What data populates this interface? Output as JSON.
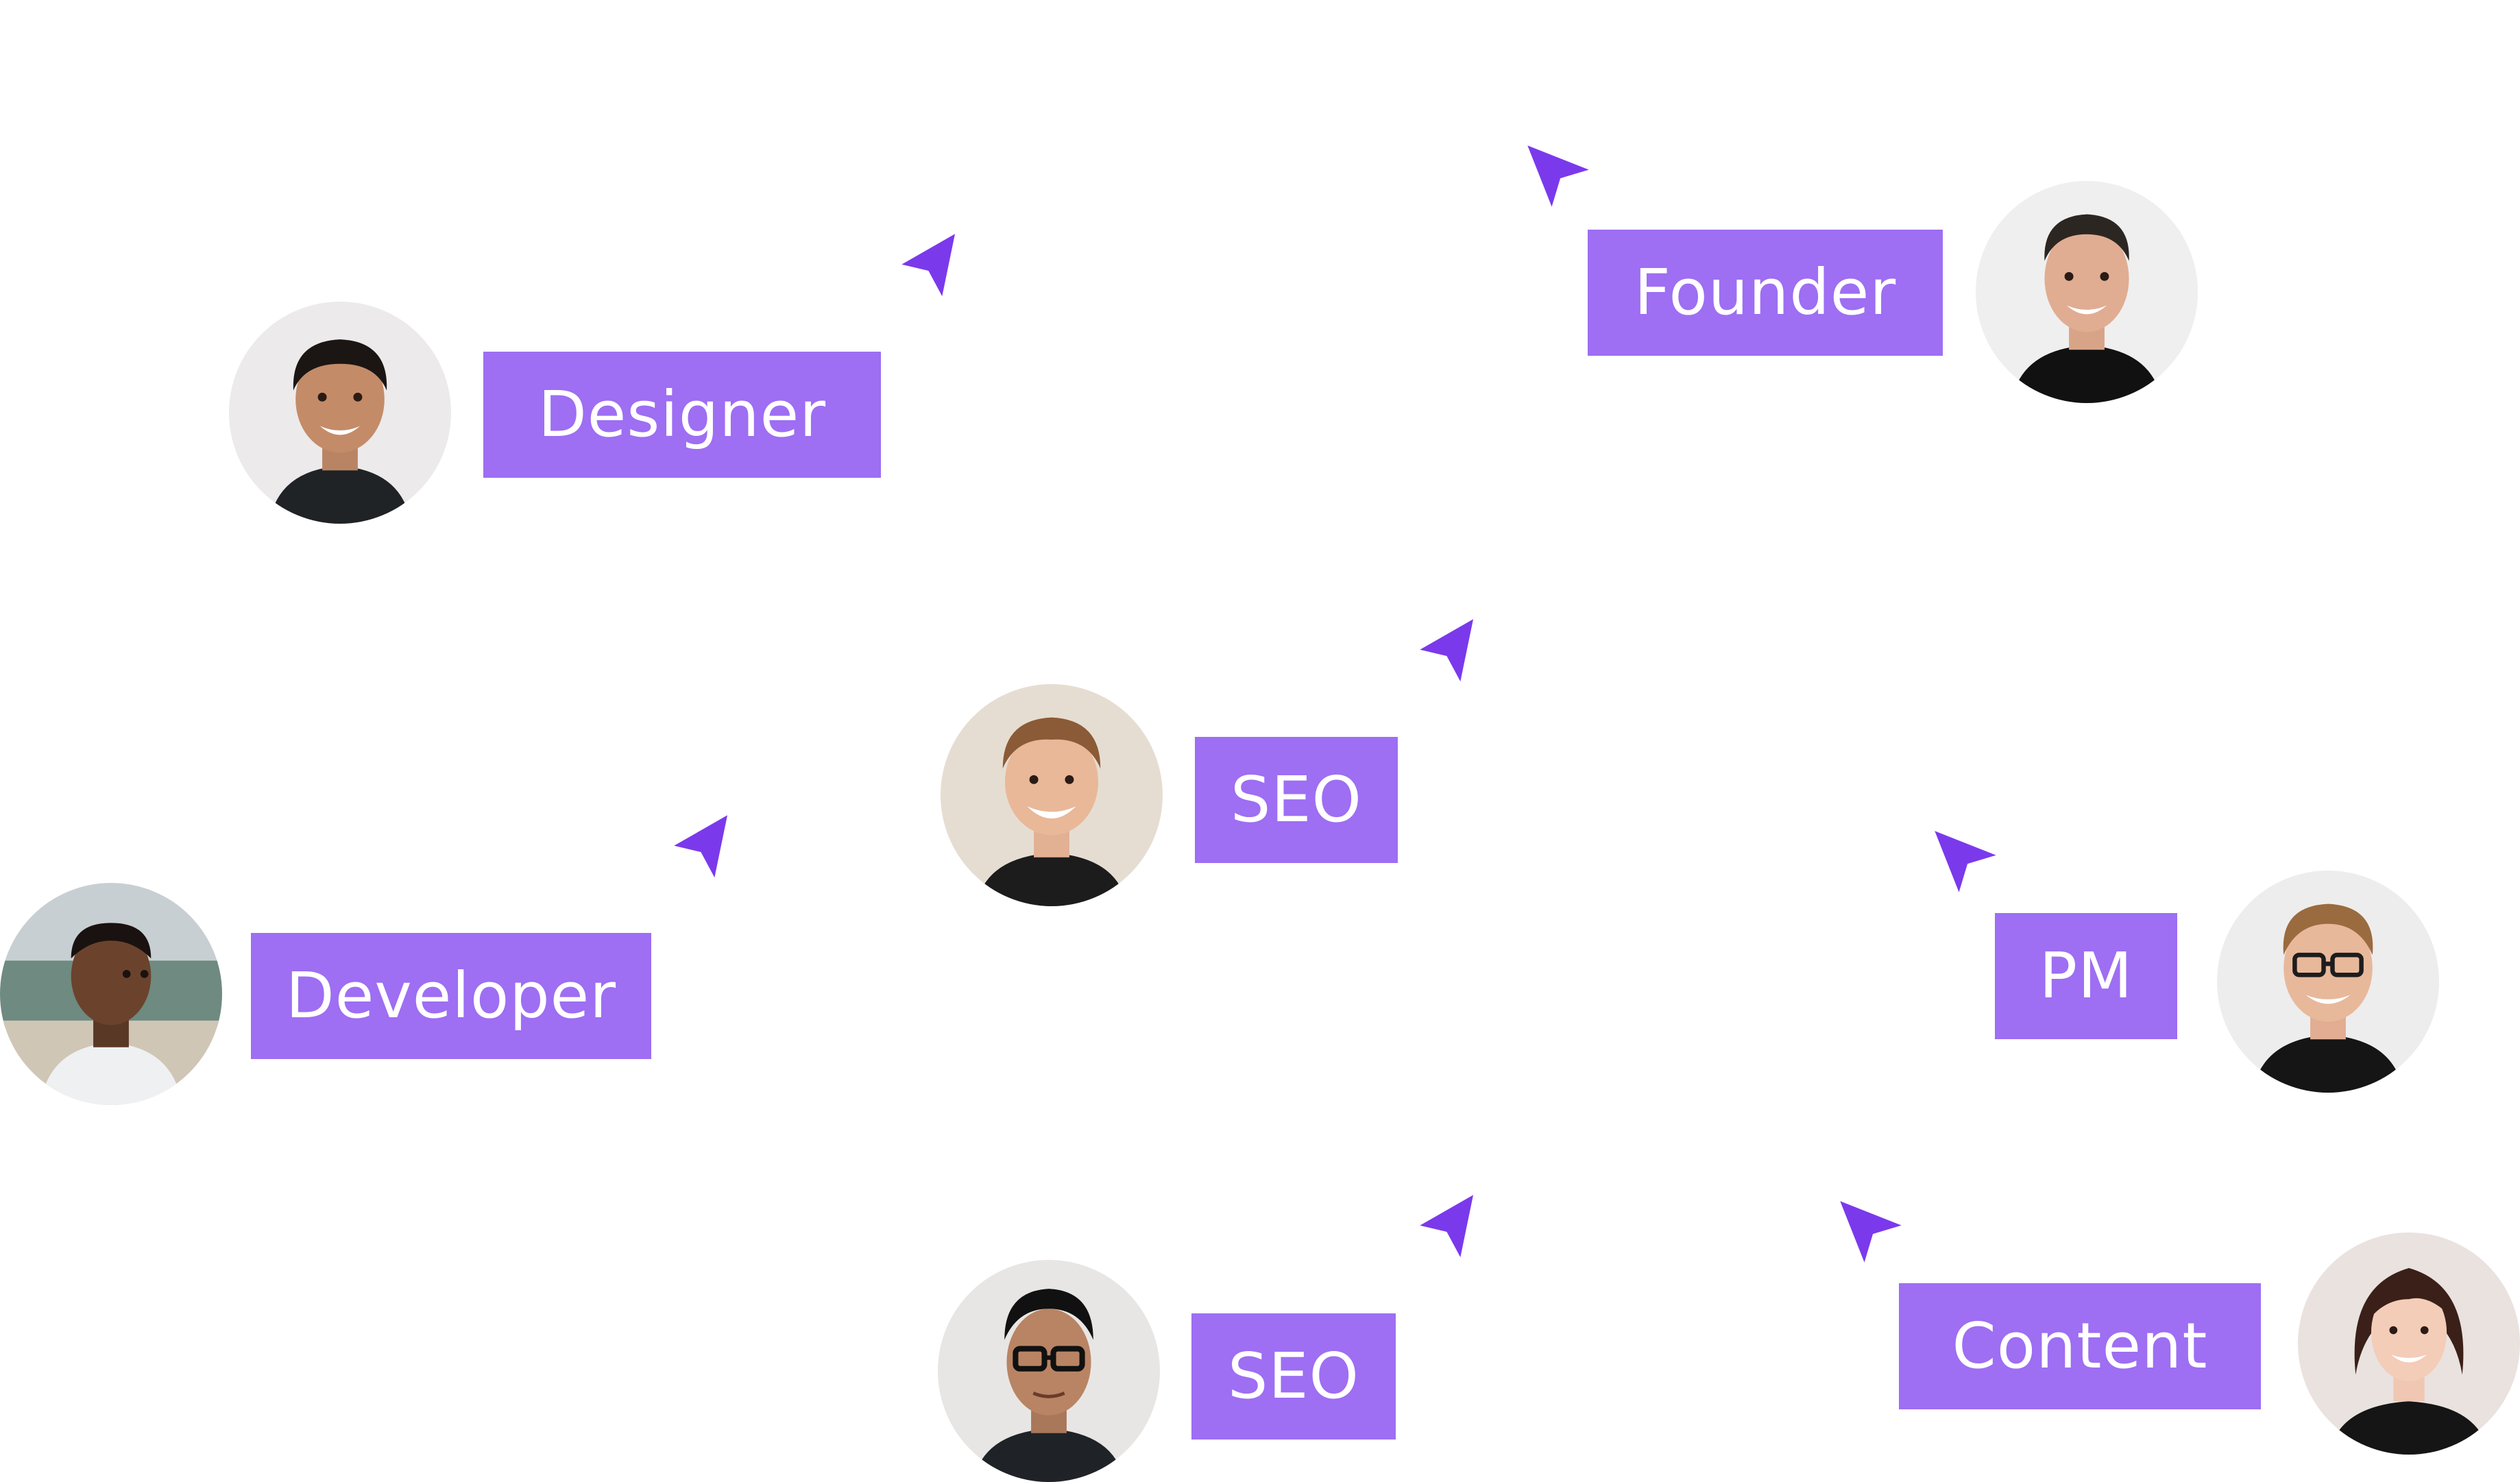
{
  "accent_color": "#9e6ef3",
  "cursor_color": "#7b39ec",
  "people": [
    {
      "role": "Designer",
      "avatar_icon": "man-dark-hair-portrait"
    },
    {
      "role": "Founder",
      "avatar_icon": "man-short-hair-portrait"
    },
    {
      "role": "SEO",
      "avatar_icon": "man-smiling-portrait"
    },
    {
      "role": "Developer",
      "avatar_icon": "man-beach-portrait"
    },
    {
      "role": "PM",
      "avatar_icon": "man-glasses-portrait"
    },
    {
      "role": "SEO",
      "avatar_icon": "man-glasses-dark-hair-portrait"
    },
    {
      "role": "Content",
      "avatar_icon": "woman-portrait"
    }
  ],
  "cursor_icon": "pointer-arrow-icon"
}
